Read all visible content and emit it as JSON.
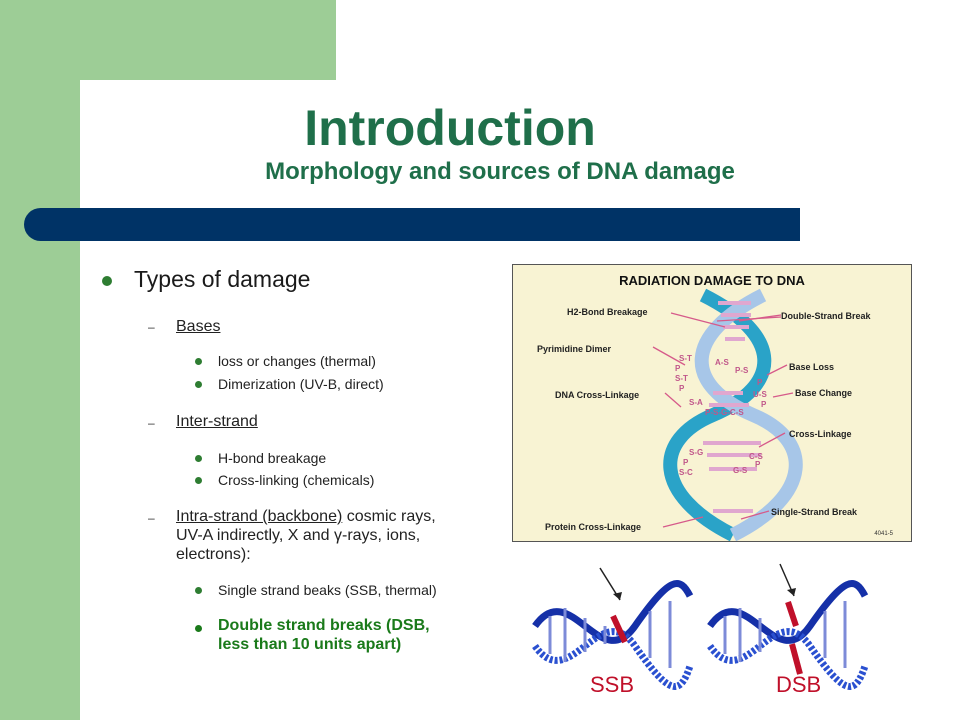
{
  "title": "Introduction",
  "subtitle": "Morphology and sources of DNA damage",
  "main_bullet": "Types of damage",
  "sections": {
    "bases": {
      "heading": "Bases",
      "items": [
        "loss or changes (thermal)",
        "Dimerization (UV-B, direct)"
      ]
    },
    "inter": {
      "heading": "Inter-strand",
      "items": [
        "H-bond breakage",
        "Cross-linking (chemicals)"
      ]
    },
    "intra": {
      "heading": "Intra-strand (backbone)",
      "heading_rest1": " cosmic rays,",
      "line2_a": "UV-A indirectly, X and ",
      "gamma": "γ",
      "line2_b": "-rays, ions,",
      "line3": "electrons):",
      "items": [
        "Single strand beaks (SSB, thermal)"
      ],
      "highlight1": "Double strand breaks (DSB,",
      "highlight2": "less than 10 units apart)"
    }
  },
  "figure": {
    "title": "RADIATION DAMAGE TO DNA",
    "left_labels": [
      "H2-Bond Breakage",
      "Pyrimidine Dimer",
      "DNA Cross-Linkage",
      "Protein Cross-Linkage"
    ],
    "right_labels": [
      "Double-Strand Break",
      "Base Loss",
      "Base Change",
      "Cross-Linkage",
      "Single-Strand Break"
    ],
    "code": "4041-5",
    "bases": {
      "b1": "S-T",
      "b2": "P",
      "b3": "S-T",
      "b4": "P",
      "b5": "A-S",
      "b6": "P-S",
      "b7": "P",
      "b8": "U-S",
      "b9": "P",
      "b10": "S-A",
      "b11": "P-S-G-C-S",
      "b12": "S-G",
      "b13": "P",
      "b14": "S-C",
      "b15": "C-S",
      "b16": "G-S",
      "b17": "P"
    }
  },
  "bottom": {
    "ssb": "SSB",
    "dsb": "DSB"
  },
  "colors": {
    "accent_green": "#9dcd96",
    "bar": "#003366",
    "title": "#1f6f4a",
    "label_red": "#c0102a"
  }
}
